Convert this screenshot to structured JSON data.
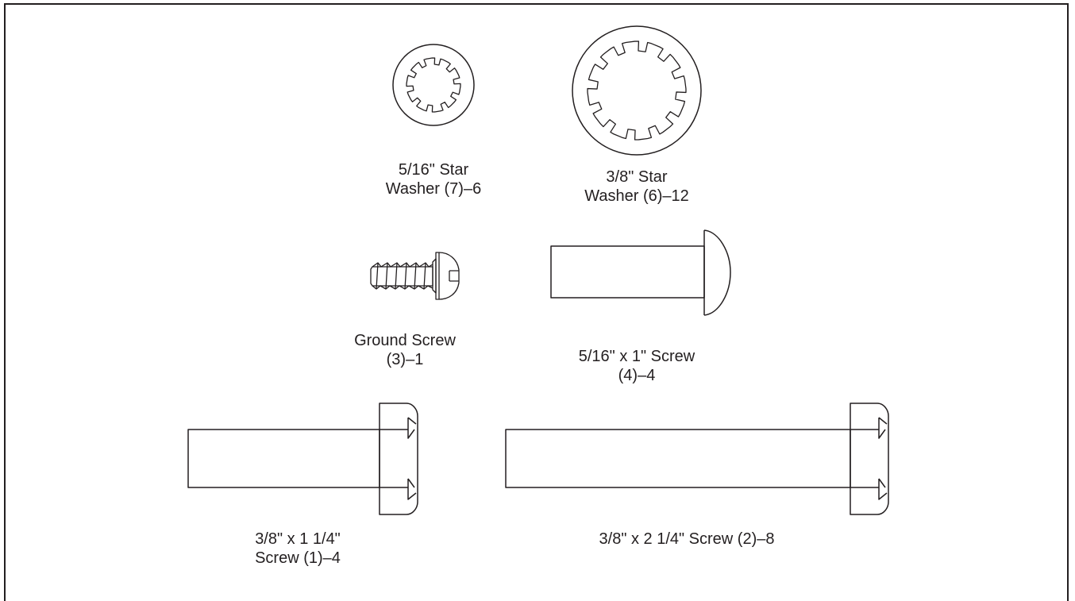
{
  "parts": [
    {
      "id": "star-washer-5-16",
      "lines": [
        "5/16\" Star",
        "Washer (7)–6"
      ]
    },
    {
      "id": "star-washer-3-8",
      "lines": [
        "3/8\" Star",
        "Washer (6)–12"
      ]
    },
    {
      "id": "ground-screw",
      "lines": [
        "Ground Screw",
        "(3)–1"
      ]
    },
    {
      "id": "screw-5-16x1",
      "lines": [
        "5/16\" x 1\" Screw",
        "(4)–4"
      ]
    },
    {
      "id": "screw-3-8x1-1-4",
      "lines": [
        "3/8\" x 1 1/4\"",
        "Screw (1)–4"
      ]
    },
    {
      "id": "screw-3-8x2-1-4",
      "lines": [
        "3/8\" x 2 1/4\" Screw (2)–8"
      ]
    }
  ],
  "colors": {
    "line": "#231f20",
    "background": "#ffffff"
  }
}
